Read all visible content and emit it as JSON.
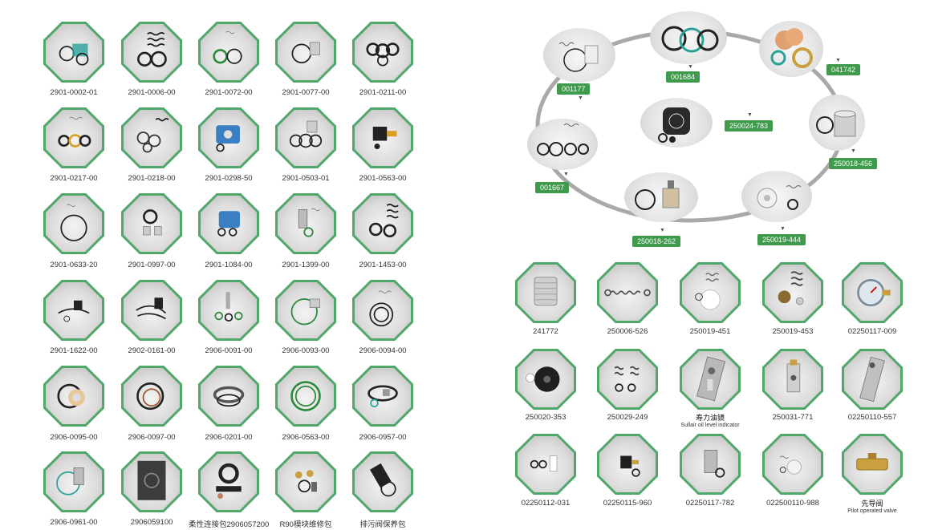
{
  "left_grid": [
    "2901-0002-01",
    "2901-0006-00",
    "2901-0072-00",
    "2901-0077-00",
    "2901-0211-00",
    "2901-0217-00",
    "2901-0218-00",
    "2901-0298-50",
    "2901-0503-01",
    "2901-0563-00",
    "2901-0633-20",
    "2901-0997-00",
    "2901-1084-00",
    "2901-1399-00",
    "2901-1453-00",
    "2901-1622-00",
    "2902-0161-00",
    "2906-0091-00",
    "2906-0093-00",
    "2906-0094-00",
    "2906-0095-00",
    "2906-0097-00",
    "2906-0201-00",
    "2906-0563-00",
    "2906-0957-00",
    "2906-0961-00",
    "2906059100",
    "柔性连接包2906057200",
    "R90模块维修包",
    "排污阀保养包"
  ],
  "ring_tags": {
    "t001177": "001177",
    "t001684": "001684",
    "t041742": "041742",
    "t250024_783": "250024-783",
    "t250018_456": "250018-456",
    "t001667": "001667",
    "t250018_262": "250018-262",
    "t250019_444": "250019-444"
  },
  "right_grid": [
    {
      "label": "241772"
    },
    {
      "label": "250006-526"
    },
    {
      "label": "250019-451"
    },
    {
      "label": "250019-453"
    },
    {
      "label": "02250117-009"
    },
    {
      "label": "250020-353"
    },
    {
      "label": "250029-249"
    },
    {
      "label": "寿力油镜",
      "sub": "Sullair oil level indicator"
    },
    {
      "label": "250031-771"
    },
    {
      "label": "02250110-557"
    },
    {
      "label": "02250112-031"
    },
    {
      "label": "02250115-960"
    },
    {
      "label": "02250117-782"
    },
    {
      "label": "022500110-988"
    },
    {
      "label": "先导阀",
      "sub": "Pilot operated valve"
    }
  ],
  "colors": {
    "accent": "#3f9a4c",
    "frame": "#4fa86a",
    "ring": "#a9a9a9"
  }
}
